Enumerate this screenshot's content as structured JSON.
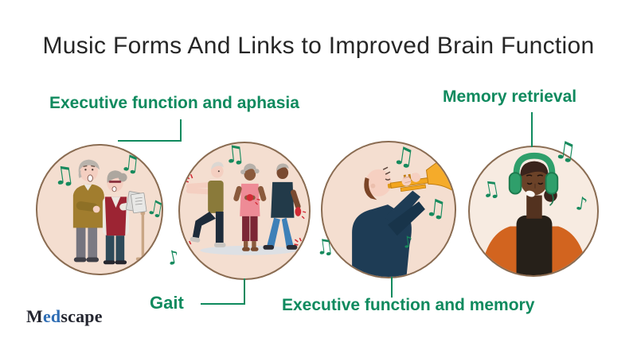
{
  "title": "Music Forms And Links to Improved Brain Function",
  "labels": {
    "aphasia": "Executive function and aphasia",
    "memory_retrieval": "Memory retrieval",
    "gait": "Gait",
    "exec_memory": "Executive function and memory"
  },
  "logo": {
    "m": "M",
    "ed": "ed",
    "scape": "scape"
  },
  "notes": {
    "beamed": "♫",
    "single": "♪"
  },
  "colors": {
    "label_green": "#0f8a5e",
    "note_green": "#168a5d",
    "title_text": "#262626",
    "circle_fill": "#f4ded0",
    "circle_fill_light": "#f7ebe1",
    "circle_border": "#8a6c52",
    "logo_blue": "#2e6db4",
    "logo_dark": "#23252f",
    "accent_red": "#d22b35",
    "trumpet_gold": "#f2a51f",
    "jacket_orange": "#d2641f",
    "headphone_green": "#2f9f6b"
  }
}
